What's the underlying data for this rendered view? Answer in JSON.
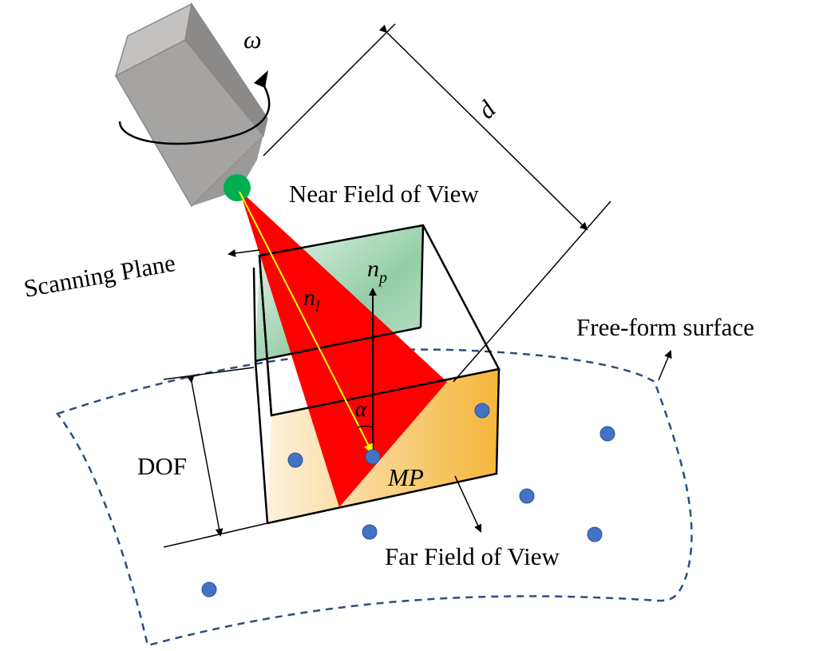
{
  "labels": {
    "omega": "ω",
    "distance": "d",
    "near_fov": "Near Field of View",
    "scanning_plane": "Scanning Plane",
    "n_l": "n",
    "n_l_sub": "l",
    "n_p": "n",
    "n_p_sub": "p",
    "free_form": "Free-form surface",
    "alpha": "α",
    "dof": "DOF",
    "mp": "MP",
    "far_fov": "Far Field of View"
  },
  "colors": {
    "sensor_body": "#a6a4a2",
    "sensor_top": "#c4c2c0",
    "sensor_side": "#8c8a88",
    "laser_source": "#00b050",
    "laser_plane": "#ff0000",
    "near_plane": "#9fd3b0",
    "far_plane_start": "#fdebc8",
    "far_plane_end": "#f5b63a",
    "surface_outline": "#2e4d7e",
    "points": "#4472c4",
    "beam": "#ffff00"
  },
  "icons": [
    "rotation-arrow-icon",
    "laser-source-icon"
  ]
}
